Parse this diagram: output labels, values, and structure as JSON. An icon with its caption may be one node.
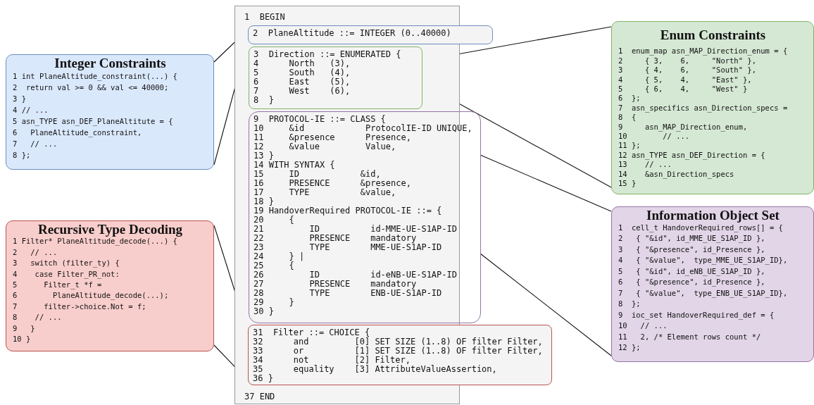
{
  "diagram": {
    "nodes": [
      {
        "text": [
          "1  BEGIN",
          "37 END"
        ]
      },
      {
        "text": [
          "2  PlaneAltitude ::= INTEGER (0..40000)"
        ]
      },
      {
        "text": [
          "3  Direction ::= ENUMERATED {",
          "4      North   (3),",
          "5      South   (4),",
          "6      East    (5),",
          "7      West    (6),",
          "8  }"
        ],
        "in": 0
      },
      {
        "text": [
          "9  PROTOCOL-IE ::= CLASS {",
          "10     &id            ProtocolIE-ID UNIQUE,",
          "11     &presence      Presence,",
          "12     &value         Value,",
          "13 }",
          "14 WITH SYNTAX {",
          "15     ID            &id,",
          "16     PRESENCE      &presence,",
          "17     TYPE          &value,",
          "18 }",
          "19 HandoverRequired PROTOCOL-IE ::= {",
          "20     {",
          "21         ID          id-MME-UE-S1AP-ID",
          "22         PRESENCE    mandatory",
          "23         TYPE        MME-UE-S1AP-ID",
          "24     } |",
          "25     {",
          "26         ID          id-eNB-UE-S1AP-ID",
          "27         PRESENCE    mandatory",
          "28         TYPE        ENB-UE-S1AP-ID",
          "29     }",
          "30 }"
        ],
        "in": 0
      },
      {
        "text": [
          "31  Filter ::= CHOICE {",
          "32      and         [0] SET SIZE (1..8) OF filter Filter,",
          "33      or          [1] SET SIZE (1..8) OF filter Filter,",
          "34      not         [2] Filter,",
          "35      equality    [3] AttributeValueAssertion,",
          "36 }"
        ]
      },
      {
        "text": [
          "Integer Constraints",
          "1 int PlaneAltitude_constraint(...) {",
          "2  return val >= 0 && val <= 40000;",
          "3 }",
          "4 // ...",
          "5 asn_TYPE asn_DEF_PlaneAltitute = {",
          "6   PlaneAltitude_constraint,",
          "7   // ...",
          "8 };"
        ]
      },
      {
        "text": [
          "Enum Constraints",
          "1  enum_map asn_MAP_Direction_enum = {",
          "2     { 3,    6,     \"North\" },",
          "3     { 4,    6,     \"South\" },",
          "4     { 5,    4,     \"East\" },",
          "5     { 6,    4,     \"West\" }",
          "6  };",
          "7  asn_specifics asn_Direction_specs =",
          "8  {",
          "9     asn_MAP_Direction_enum,",
          "10        // ...",
          "11 };",
          "12 asn_TYPE asn_DEF_Direction = {",
          "13    // ...",
          "14    &asn_Direction_specs",
          "15 }"
        ]
      },
      {
        "text": [
          "Information Object Set",
          "1  cell_t HandoverRequired_rows[] = {",
          "2   { \"&id\", id_MME_UE_S1AP_ID },",
          "3   { \"&presence\", id_Presence },",
          "4   { \"&value\",  type_MME_UE_S1AP_ID},",
          "5   { \"&id\", id_eNB_UE_S1AP_ID },",
          "6   { \"&presence\", id_Presence },",
          "7   { \"&value\",  type_ENB_UE_S1AP_ID},",
          "8  };",
          "9  ioc_set HandoverRequired_def = {",
          "10   // ...",
          "11   2, /* Element rows count */",
          "12 };"
        ]
      },
      {
        "text": [
          "Recursive Type Decoding",
          "1 Filter* PlaneAltitude_decode(...) {",
          "2   // ...",
          "3   switch (filter_ty) {",
          "4    case Filter_PR_not:",
          "5      Filter_t *f =",
          "6        PlaneAltitude_decode(...);",
          "7      filter->choice.Not = f;",
          "8    // ...",
          "9   }",
          "10 }"
        ]
      }
    ],
    "edges": [
      {
        "from": 1,
        "to": 5,
        "arrow": "none"
      },
      {
        "from": 1,
        "to": 5,
        "arrow": "none"
      },
      {
        "from": 2,
        "to": 6,
        "arrow": "none"
      },
      {
        "from": 2,
        "to": 6,
        "arrow": "none"
      },
      {
        "from": 3,
        "to": 7,
        "arrow": "none"
      },
      {
        "from": 3,
        "to": 7,
        "arrow": "none"
      },
      {
        "from": 4,
        "to": 8,
        "arrow": "none"
      },
      {
        "from": 4,
        "to": 8,
        "arrow": "none"
      }
    ]
  }
}
